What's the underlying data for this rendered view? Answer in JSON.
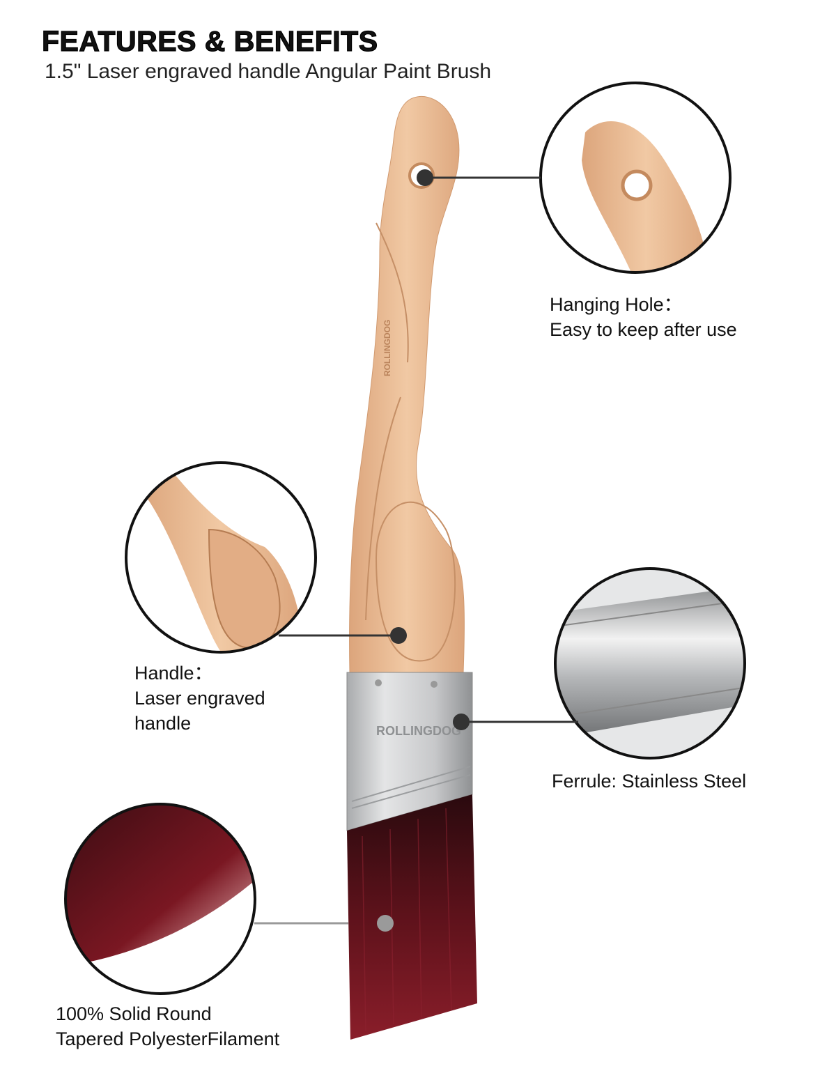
{
  "header": {
    "title": "FEATURES & BENEFITS",
    "subtitle": "1.5\"  Laser engraved handle Angular Paint Brush"
  },
  "features": [
    {
      "title": "Hanging Hole：",
      "desc": [
        "Easy to keep after use"
      ]
    },
    {
      "title": "Handle：",
      "desc": [
        "Laser engraved",
        "handle"
      ]
    },
    {
      "title": "Ferrule: Stainless Steel",
      "desc": []
    },
    {
      "title": "100% Solid Round",
      "desc": [
        "Tapered PolyesterFilament"
      ]
    }
  ],
  "brand": "ROLLINGDOG",
  "colors": {
    "wood": "#e9b991",
    "steel": "#c9cbcd",
    "bristle": "#6b1620",
    "line": "#333333"
  }
}
